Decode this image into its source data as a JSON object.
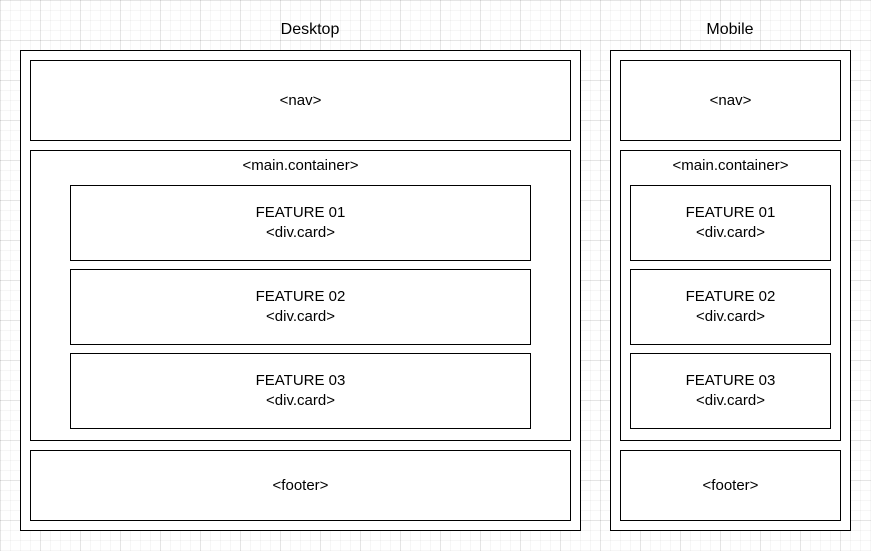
{
  "desktop": {
    "title": "Desktop",
    "nav_label": "<nav>",
    "main_label": "<main.container>",
    "cards": [
      {
        "title": "FEATURE 01",
        "label": "<div.card>"
      },
      {
        "title": "FEATURE 02",
        "label": "<div.card>"
      },
      {
        "title": "FEATURE 03",
        "label": "<div.card>"
      }
    ],
    "footer_label": "<footer>"
  },
  "mobile": {
    "title": "Mobile",
    "nav_label": "<nav>",
    "main_label": "<main.container>",
    "cards": [
      {
        "title": "FEATURE 01",
        "label": "<div.card>"
      },
      {
        "title": "FEATURE 02",
        "label": "<div.card>"
      },
      {
        "title": "FEATURE 03",
        "label": "<div.card>"
      }
    ],
    "footer_label": "<footer>"
  }
}
